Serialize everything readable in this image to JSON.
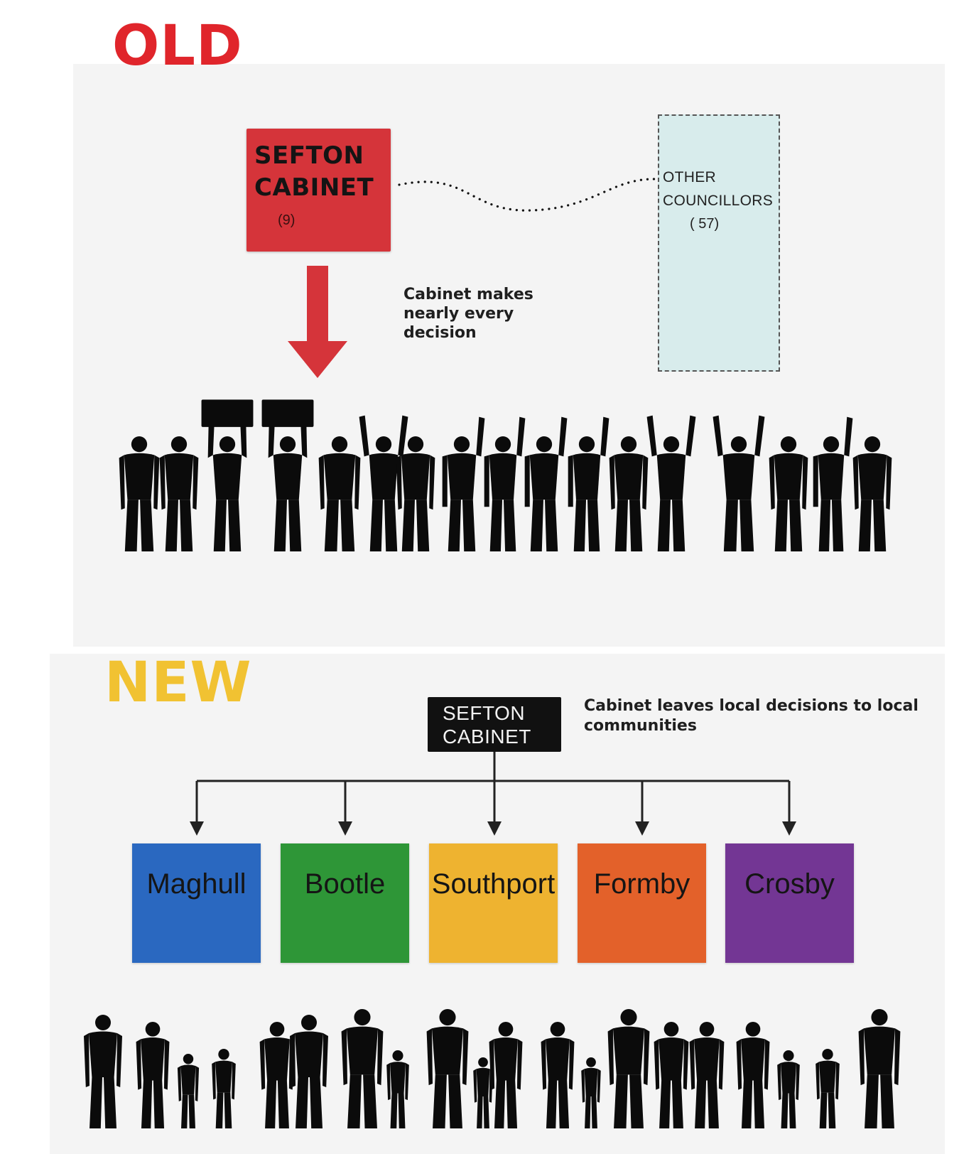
{
  "old": {
    "heading": "OLD",
    "cabinet": {
      "line1": "SEFTON",
      "line2": "CABINET",
      "count": "(9)"
    },
    "other_councillors": {
      "line1": "OTHER",
      "line2": "COUNCILLORS",
      "count": "( 57)"
    },
    "caption": "Cabinet makes nearly every decision",
    "colors": {
      "heading": "#e0252b",
      "cabinet_box": "#d5343a",
      "arrow": "#d5343a",
      "other_box": "#d8ecec"
    }
  },
  "new": {
    "heading": "NEW",
    "cabinet": {
      "line1": "SEFTON",
      "line2": "CABINET"
    },
    "caption": "Cabinet leaves local decisions to local communities",
    "towns": [
      {
        "label": "Maghull",
        "color": "#2a68c0"
      },
      {
        "label": "Bootle",
        "color": "#2e9637"
      },
      {
        "label": "Southport",
        "color": "#eeb330"
      },
      {
        "label": "Formby",
        "color": "#e3612a"
      },
      {
        "label": "Crosby",
        "color": "#733694"
      }
    ],
    "colors": {
      "heading": "#f1c232",
      "cabinet_box": "#111111"
    }
  }
}
